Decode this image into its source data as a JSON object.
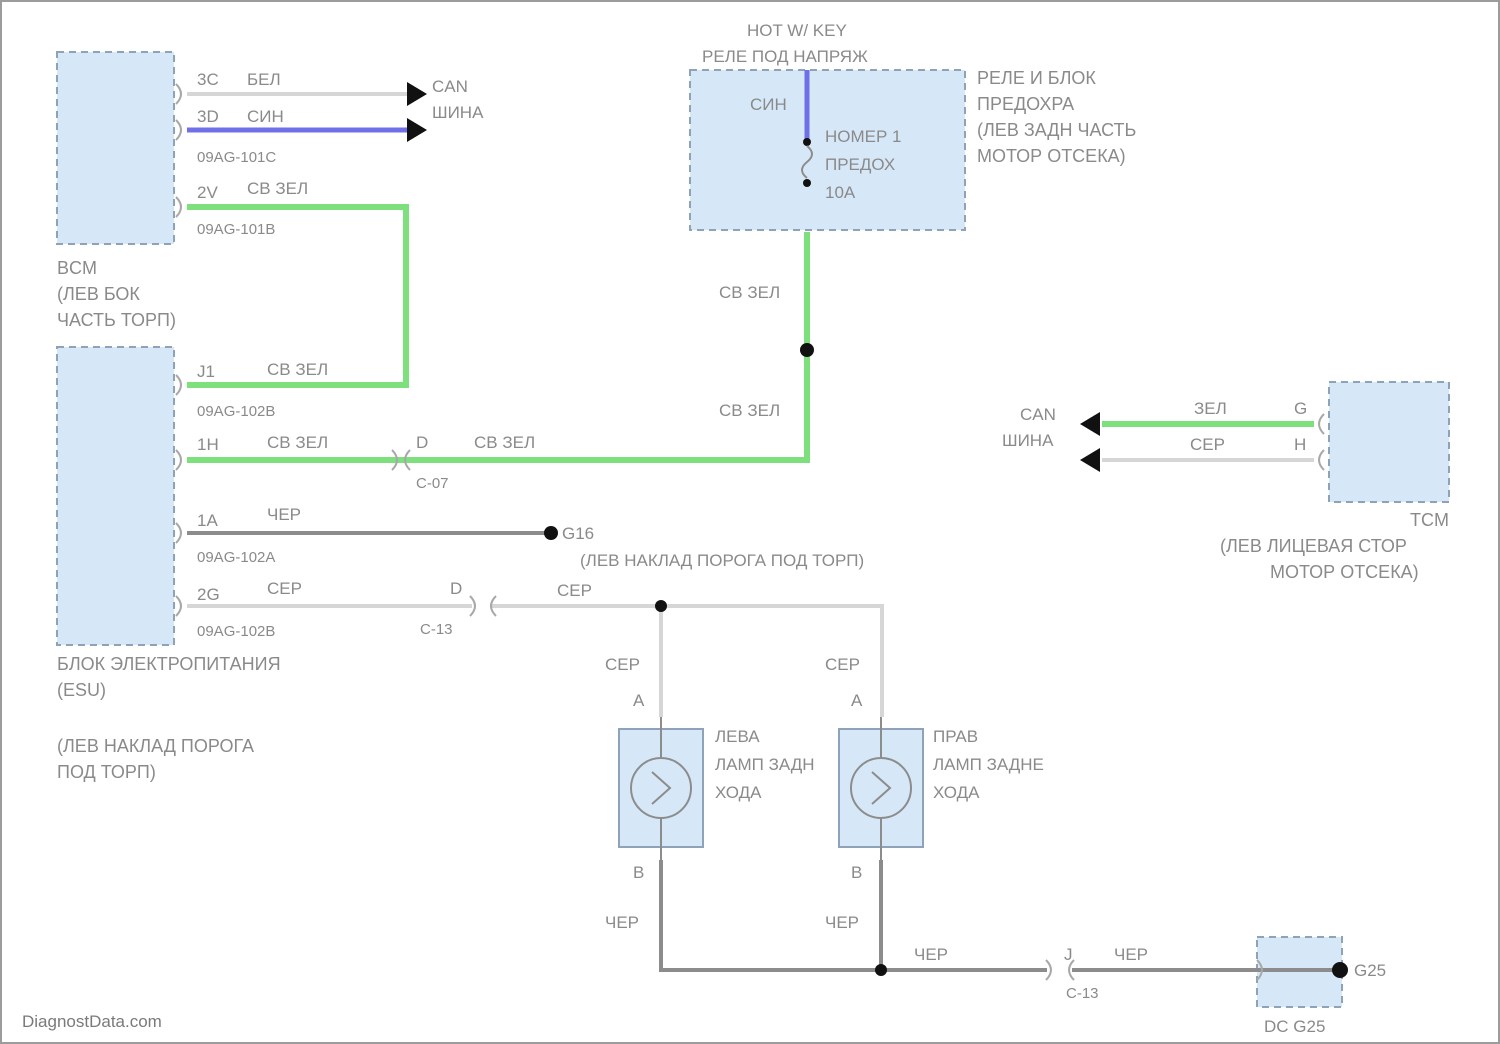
{
  "components": {
    "bcm": {
      "name": "BCM",
      "loc1": "(ЛЕВ БОК",
      "loc2": "ЧАСТЬ ТОРП)"
    },
    "power_unit": {
      "name1": "БЛОК ЭЛЕКТРОПИТАНИЯ",
      "name2": "(ESU)",
      "loc1": "(ЛЕВ НАКЛАД ПОРОГА",
      "loc2": "ПОД ТОРП)"
    },
    "relay_box": {
      "hot_label": "HOT W/ KEY",
      "title": "РЕЛЕ ПОД НАПРЯЖ",
      "name1": "РЕЛЕ И БЛОК",
      "name2": "ПРЕДОХРА",
      "loc1": "(ЛЕВ ЗАДН ЧАСТЬ",
      "loc2": "МОТОР ОТСЕКА)",
      "fuse1": "НОМЕР 1",
      "fuse2": "ПРЕДОХ",
      "fuse3": "10А",
      "wire_top": "СИН"
    },
    "tcm": {
      "name": "TCM",
      "loc1": "(ЛЕВ ЛИЦЕВАЯ СТОР",
      "loc2": "МОТОР ОТСЕКА)"
    },
    "lamp_left": {
      "l1": "ЛЕВА",
      "l2": "ЛАМП ЗАДН",
      "l3": "ХОДА",
      "pin_a": "A",
      "pin_b": "B"
    },
    "lamp_right": {
      "l1": "ПРАВ",
      "l2": "ЛАМП ЗАДНЕ",
      "l3": "ХОДА",
      "pin_a": "A",
      "pin_b": "B"
    },
    "ground_g25": {
      "label": "G25",
      "box_label": "DC G25"
    }
  },
  "bcm_pins": [
    {
      "pin": "3C",
      "color": "БЕЛ",
      "dest1": "CAN",
      "dest2": "ШИНА"
    },
    {
      "pin": "3D",
      "color": "СИН",
      "code": "09AG-101C"
    },
    {
      "pin": "2V",
      "color": "СВ ЗЕЛ",
      "code": "09AG-101B"
    }
  ],
  "esu_pins": [
    {
      "pin": "J1",
      "color": "СВ ЗЕЛ",
      "code": "09AG-102B"
    },
    {
      "pin": "1H",
      "color": "СВ ЗЕЛ"
    },
    {
      "pin": "1A",
      "color": "ЧЕР",
      "code": "09AG-102A"
    },
    {
      "pin": "2G",
      "color": "СЕР",
      "code": "09AG-102B"
    }
  ],
  "connectors": {
    "c07": "C-07",
    "c07_pin": "D",
    "c07_color": "СВ ЗЕЛ",
    "c13a": "C-13",
    "c13a_pin": "D",
    "c13b": "C-13",
    "c13b_pin": "J"
  },
  "wires": {
    "relay_down1": "СВ ЗЕЛ",
    "relay_down2": "СВ ЗЕЛ",
    "gray_splice": "СЕР",
    "gray_left": "СЕР",
    "gray_right": "СЕР",
    "black_left": "ЧЕР",
    "black_right": "ЧЕР",
    "black_bottom": "ЧЕР",
    "black_bottom2": "ЧЕР"
  },
  "ground_g16": {
    "label": "G16",
    "loc": "(ЛЕВ НАКЛАД ПОРОГА ПОД ТОРП)"
  },
  "tcm_pins": [
    {
      "pin": "G",
      "color": "ЗЕЛ",
      "dest1": "CAN",
      "dest2": "ШИНА"
    },
    {
      "pin": "H",
      "color": "СЕР"
    }
  ],
  "watermark": "DiagnostData.com"
}
